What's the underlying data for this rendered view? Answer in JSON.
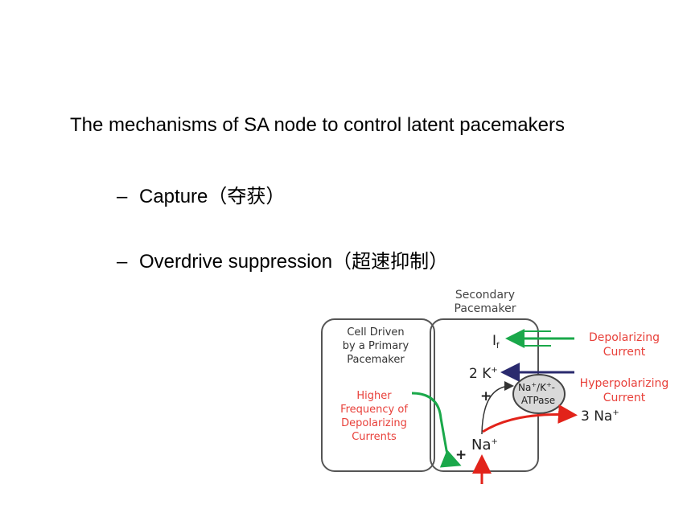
{
  "slide": {
    "title": "The mechanisms of SA node to control latent pacemakers",
    "bullets": [
      {
        "dash": "–",
        "text": "Capture（夺获）"
      },
      {
        "dash": "–",
        "text": "Overdrive suppression（超速抑制）"
      }
    ]
  },
  "diagram": {
    "secondary_line1": "Secondary",
    "secondary_line2": "Pacemaker",
    "cell_line1": "Cell Driven",
    "cell_line2": "by a Primary",
    "cell_line3": "Pacemaker",
    "higher_line1": "Higher",
    "higher_line2": "Frequency of",
    "higher_line3": "Depolarizing",
    "higher_line4": "Currents",
    "if_main": "I",
    "if_sub": "f",
    "k_main": "2 K",
    "k_sup": "+",
    "nak_line1": "Na",
    "nak_sup1": "+",
    "nak_mid": "/K",
    "nak_sup2": "+",
    "nak_dash": "-",
    "nak_line2": "ATPase",
    "na3_main": "3 Na",
    "na3_sup": "+",
    "na_main": "Na",
    "na_sup": "+",
    "plus_top": "+",
    "plus_bottom": "+",
    "depol_line1": "Depolarizing",
    "depol_line2": "Current",
    "hyper_line1": "Hyperpolarizing",
    "hyper_line2": "Current",
    "colors": {
      "red_label": "#e8403a",
      "green_arrow": "#1aa84a",
      "navy_arrow": "#2a2a6e",
      "red_arrow": "#e2231a",
      "outline": "#555555",
      "pump_fill": "#d9d9d9"
    }
  }
}
